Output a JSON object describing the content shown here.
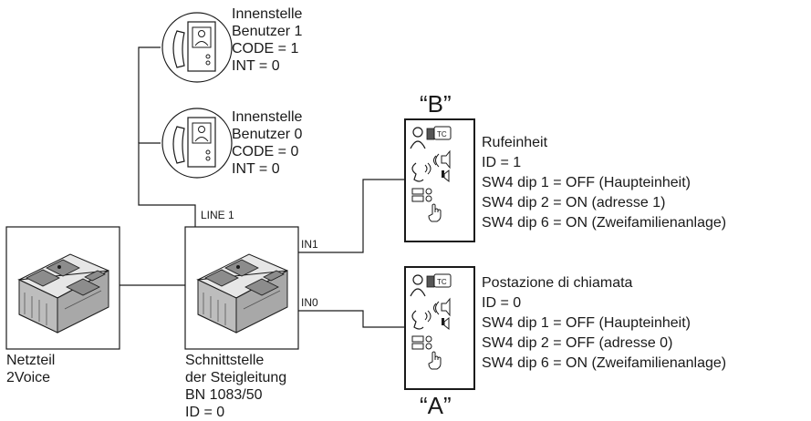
{
  "colors": {
    "stroke": "#1a1a1a",
    "fill_light": "#d9d9d9",
    "fill_dark": "#8c8c8c"
  },
  "indoor_unit_1": {
    "icon": "video-handset-icon",
    "lines": [
      "Innenstelle",
      "Benutzer 1",
      "CODE = 1",
      "INT = 0"
    ]
  },
  "indoor_unit_0": {
    "icon": "video-handset-icon",
    "lines": [
      "Innenstelle",
      "Benutzer 0",
      "CODE = 0",
      "INT = 0"
    ]
  },
  "line_label": "LINE 1",
  "in1_label": "IN1",
  "in0_label": "IN0",
  "marker_b": "“B”",
  "marker_a": "“A”",
  "call_unit_b": {
    "icon": "call-panel-icon",
    "lines": [
      "Rufeinheit",
      "ID = 1",
      "SW4 dip 1 = OFF (Haupteinheit)",
      "SW4 dip 2 = ON (adresse 1)",
      "SW4 dip 6 = ON (Zweifamilienanlage)"
    ]
  },
  "call_unit_a": {
    "icon": "call-panel-icon",
    "lines": [
      "Postazione di chiamata",
      "ID = 0",
      "SW4 dip 1 = OFF (Haupteinheit)",
      "SW4 dip 2 = OFF (adresse 0)",
      "SW4 dip 6 = ON (Zweifamilienanlage)"
    ]
  },
  "power_supply": {
    "icon": "din-module-icon",
    "lines": [
      "Netzteil",
      "2Voice"
    ]
  },
  "riser_interface": {
    "icon": "din-module-icon",
    "lines": [
      "Schnittstelle",
      "der Steigleitung",
      "BN 1083/50",
      "ID = 0"
    ]
  }
}
